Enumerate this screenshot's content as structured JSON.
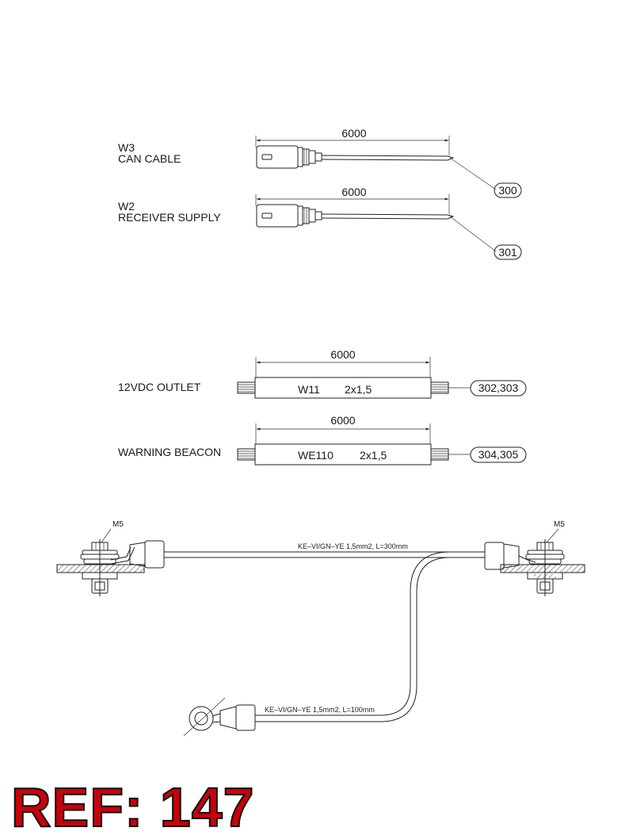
{
  "cables": [
    {
      "code": "W3",
      "name": "CAN CABLE",
      "length": "6000",
      "callout": "300"
    },
    {
      "code": "W2",
      "name": "RECEIVER SUPPLY",
      "length": "6000",
      "callout": "301"
    }
  ],
  "harnesses": [
    {
      "name": "12VDC OUTLET",
      "length": "6000",
      "code": "W11",
      "spec": "2x1,5",
      "callout": "302,303"
    },
    {
      "name": "WARNING BEACON",
      "length": "6000",
      "code": "WE110",
      "spec": "2x1,5",
      "callout": "304,305"
    }
  ],
  "ground": {
    "bolt_left": "M5",
    "bolt_right": "M5",
    "wire_long": "KE–VI/GN–YE 1,5mm2, L=300mm",
    "wire_short": "KE–VI/GN–YE 1,5mm2, L=100mm"
  },
  "reference": "REF: 147"
}
